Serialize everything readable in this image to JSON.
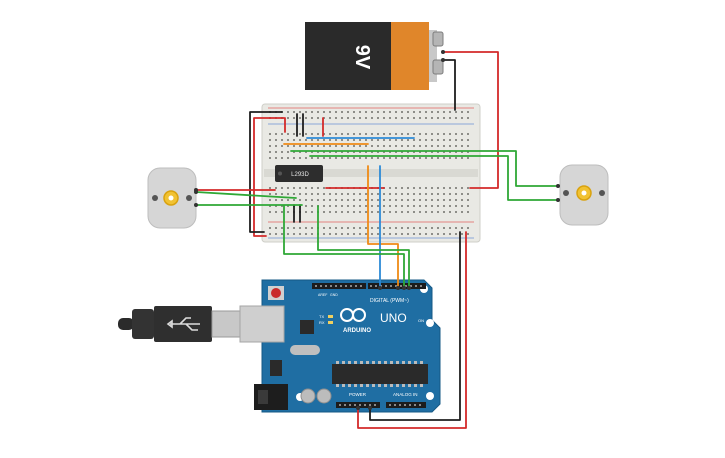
{
  "battery": {
    "label": "9V"
  },
  "chip": {
    "label": "L293D"
  },
  "arduino": {
    "logo_text": "ARDUINO",
    "model": "UNO",
    "digital_label": "DIGITAL (PWM~)",
    "power_label": "POWER",
    "analog_label": "ANALOG IN",
    "led_labels": [
      "TX",
      "RX"
    ],
    "on_label": "ON",
    "aref_label": "AREF",
    "gnd_label": "GND"
  },
  "icons": {
    "usb": "usb-plug-icon",
    "motor": "dc-motor-icon",
    "battery": "battery-9v-icon",
    "chip": "ic-chip-icon"
  },
  "colors": {
    "wire_red": "#d42a2a",
    "wire_black": "#1e1e1e",
    "wire_green": "#2fa836",
    "wire_orange": "#ef8a16",
    "wire_blue": "#2c8ad6",
    "board_blue": "#1f6ea3",
    "battery_orange": "#e0862a",
    "battery_black": "#2a2a2a",
    "breadboard": "#e9e9e4",
    "motor_body": "#d6d6d6",
    "motor_gear": "#f1c232"
  }
}
